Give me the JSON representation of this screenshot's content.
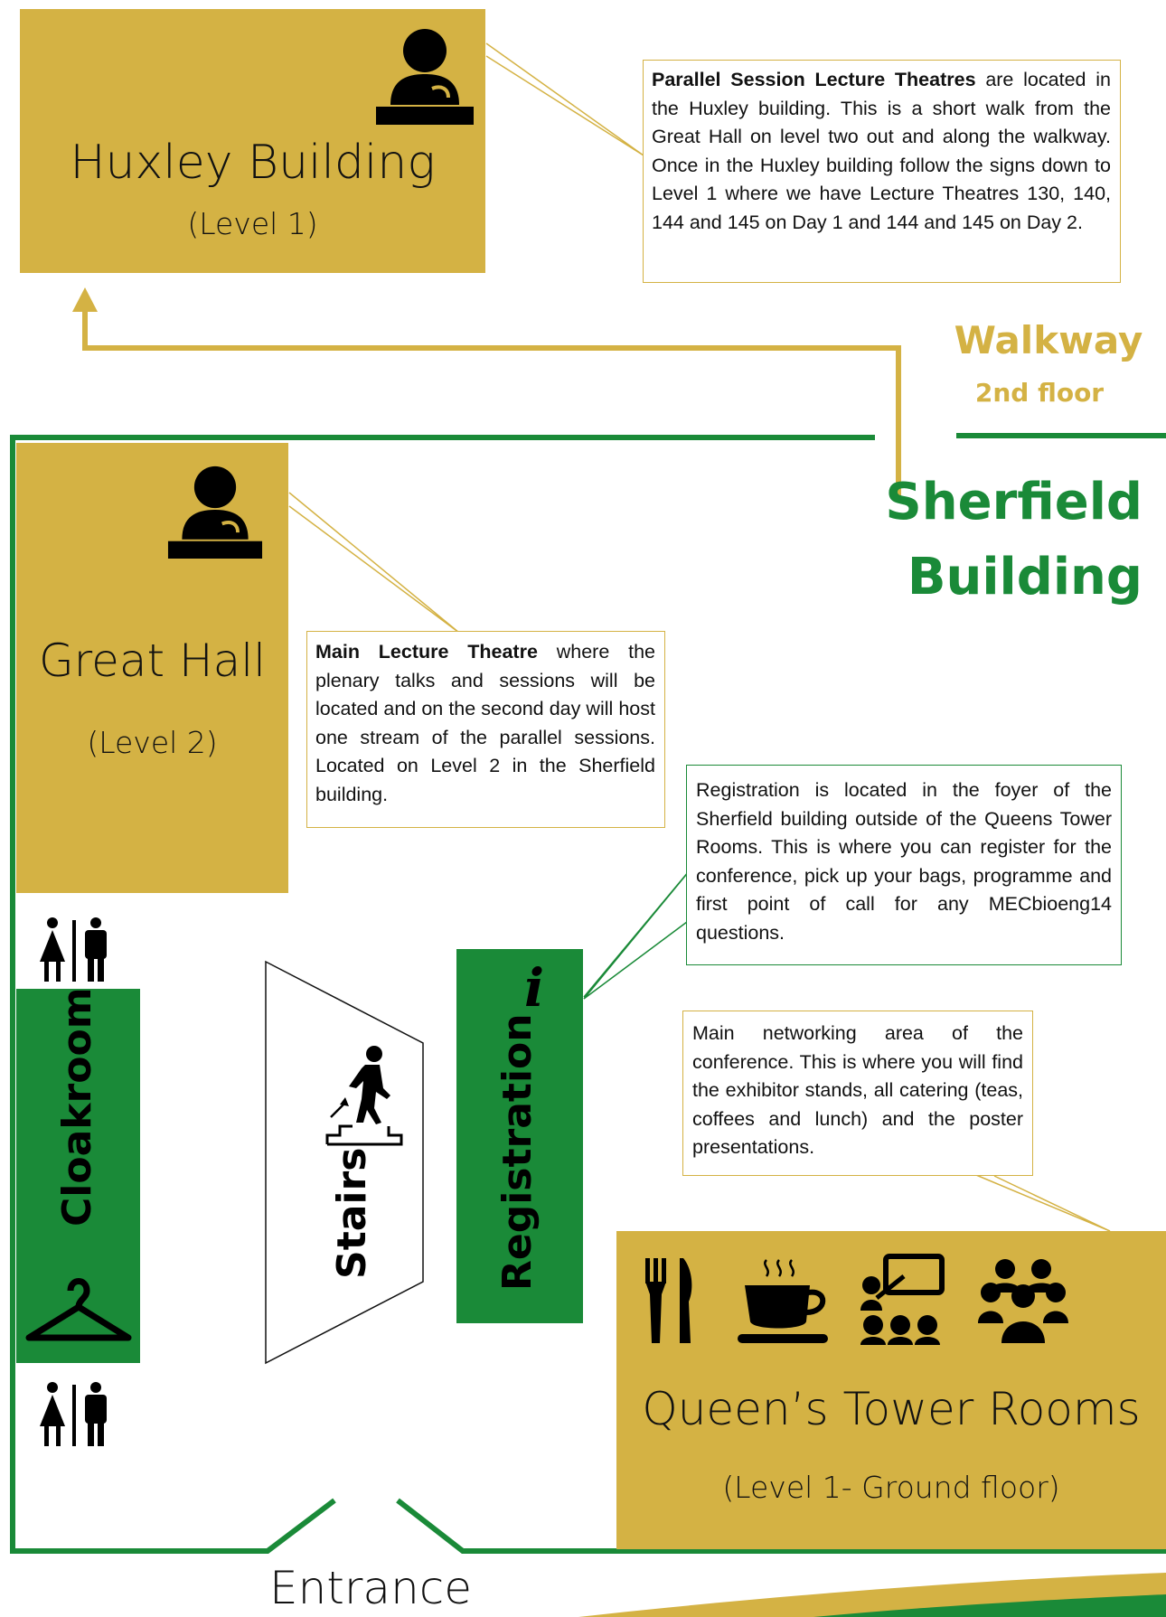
{
  "huxley": {
    "name": "Huxley Building",
    "level": "(Level 1)",
    "callout_bold": "Parallel Session Lecture Theatres",
    "callout_text": " are located in the Huxley building. This is a short walk from the Great Hall on level two out and along the walkway. Once in the Huxley building follow the signs down to Level 1 where we have Lecture Theatres 130, 140, 144 and 145 on Day 1 and 144 and 145 on Day 2."
  },
  "walkway": {
    "title": "Walkway",
    "subtitle": "2nd floor"
  },
  "sherfield": {
    "line1": "Sherfield",
    "line2": "Building"
  },
  "great_hall": {
    "name": "Great Hall",
    "level": "(Level 2)",
    "callout_bold": "Main Lecture Theatre",
    "callout_text": " where the plenary talks and sessions will be located and on the second day will host one stream of the parallel sessions. Located on Level 2 in the Sherfield building."
  },
  "registration": {
    "label": "Registration",
    "info_glyph": "i",
    "callout_text": "Registration is located in the foyer of the Sherfield building outside of the Queens Tower Rooms. This is where you can register for the conference, pick up your bags, programme and first point of call for any MECbioeng14 questions."
  },
  "networking": {
    "callout_text": "Main networking area of the conference. This is where you will find the exhibitor stands, all catering (teas, coffees and lunch) and the poster presentations."
  },
  "queens_tower": {
    "name": "Queen’s Tower Rooms",
    "level": "(Level 1- Ground floor)",
    "icons": [
      "cutlery-icon",
      "coffee-cup-icon",
      "presentation-icon",
      "group-icon"
    ]
  },
  "cloakroom": {
    "label": "Cloakroom"
  },
  "stairs": {
    "label": "Stairs"
  },
  "entrance": {
    "label": "Entrance"
  },
  "colors": {
    "gold": "#d4b244",
    "green": "#1a8a38",
    "black": "#000000"
  }
}
